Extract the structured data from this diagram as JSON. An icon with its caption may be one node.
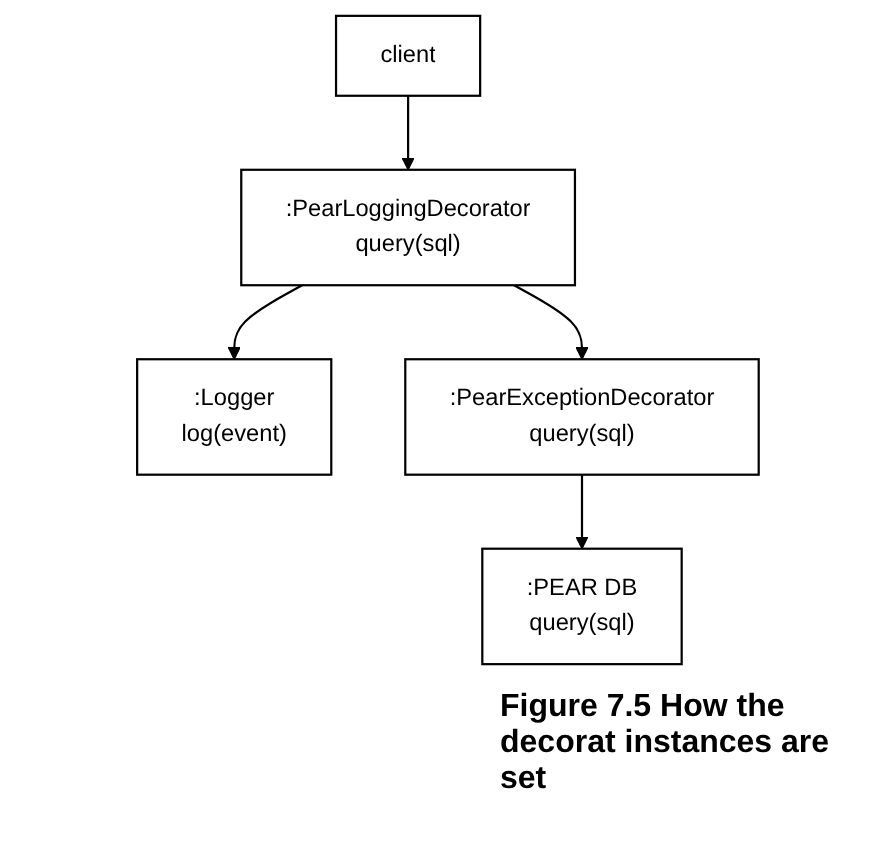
{
  "diagram": {
    "caption": "Figure 7.5 How the decorat instances are set",
    "nodes": [
      {
        "text": [
          "client"
        ]
      },
      {
        "text": [
          ":PearLoggingDecorator",
          "query(sql)"
        ]
      },
      {
        "text": [
          ":Logger",
          "log(event)"
        ]
      },
      {
        "text": [
          ":PearExceptionDecorator",
          "query(sql)"
        ]
      },
      {
        "text": [
          ":PEAR DB",
          "query(sql)"
        ]
      }
    ],
    "edges": [
      {
        "from": 0,
        "to": 1,
        "arrow": "to"
      },
      {
        "from": 1,
        "to": 2,
        "arrow": "to"
      },
      {
        "from": 1,
        "to": 3,
        "arrow": "to"
      },
      {
        "from": 3,
        "to": 4,
        "arrow": "to"
      }
    ]
  }
}
